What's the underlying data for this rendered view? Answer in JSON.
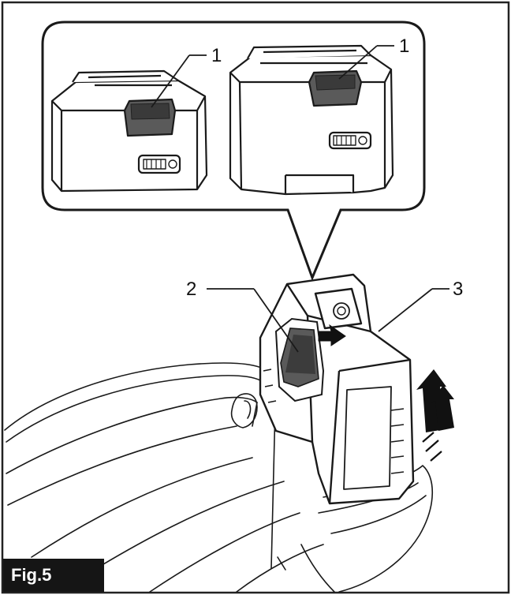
{
  "figure": {
    "label": "Fig.5",
    "callouts": {
      "small_battery_button": "1",
      "large_battery_button": "1",
      "lock_button": "2",
      "battery_cartridge": "3"
    }
  }
}
